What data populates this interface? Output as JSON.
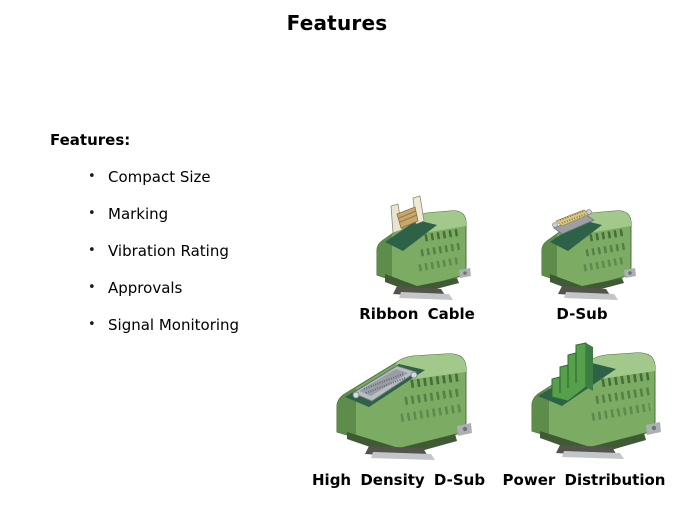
{
  "slide": {
    "title": "Features",
    "list_heading": "Features:",
    "bullet_glyph": "•",
    "bullets": [
      "Compact Size",
      "Marking",
      "Vibration Rating",
      "Approvals",
      "Signal Monitoring"
    ]
  },
  "products": [
    {
      "label": "Ribbon Cable",
      "image": "ribbon-cable-module"
    },
    {
      "label": "D-Sub",
      "image": "d-sub-module"
    },
    {
      "label": "High Density D-Sub",
      "image": "high-density-d-sub-module"
    },
    {
      "label": "Power Distribution",
      "image": "power-distribution-module"
    }
  ],
  "colors": {
    "background": "#ffffff",
    "text": "#000000",
    "module_body_green": "#7cab64",
    "module_top_green": "#a2c88b",
    "module_shade_green": "#5e8c4b",
    "module_plate_teal": "#2d6148",
    "slot_green": "#3c6330",
    "plug_green": "#57a04b",
    "latch_cream": "#e9e3d2",
    "ribbon_header_tan": "#c8a76b",
    "dsub_beige": "#d9c584",
    "metal_grey": "#b9bec2",
    "base_dark": "#3f5a35",
    "foot_dark": "#55544c",
    "rail_grey": "#c3c6c9"
  }
}
